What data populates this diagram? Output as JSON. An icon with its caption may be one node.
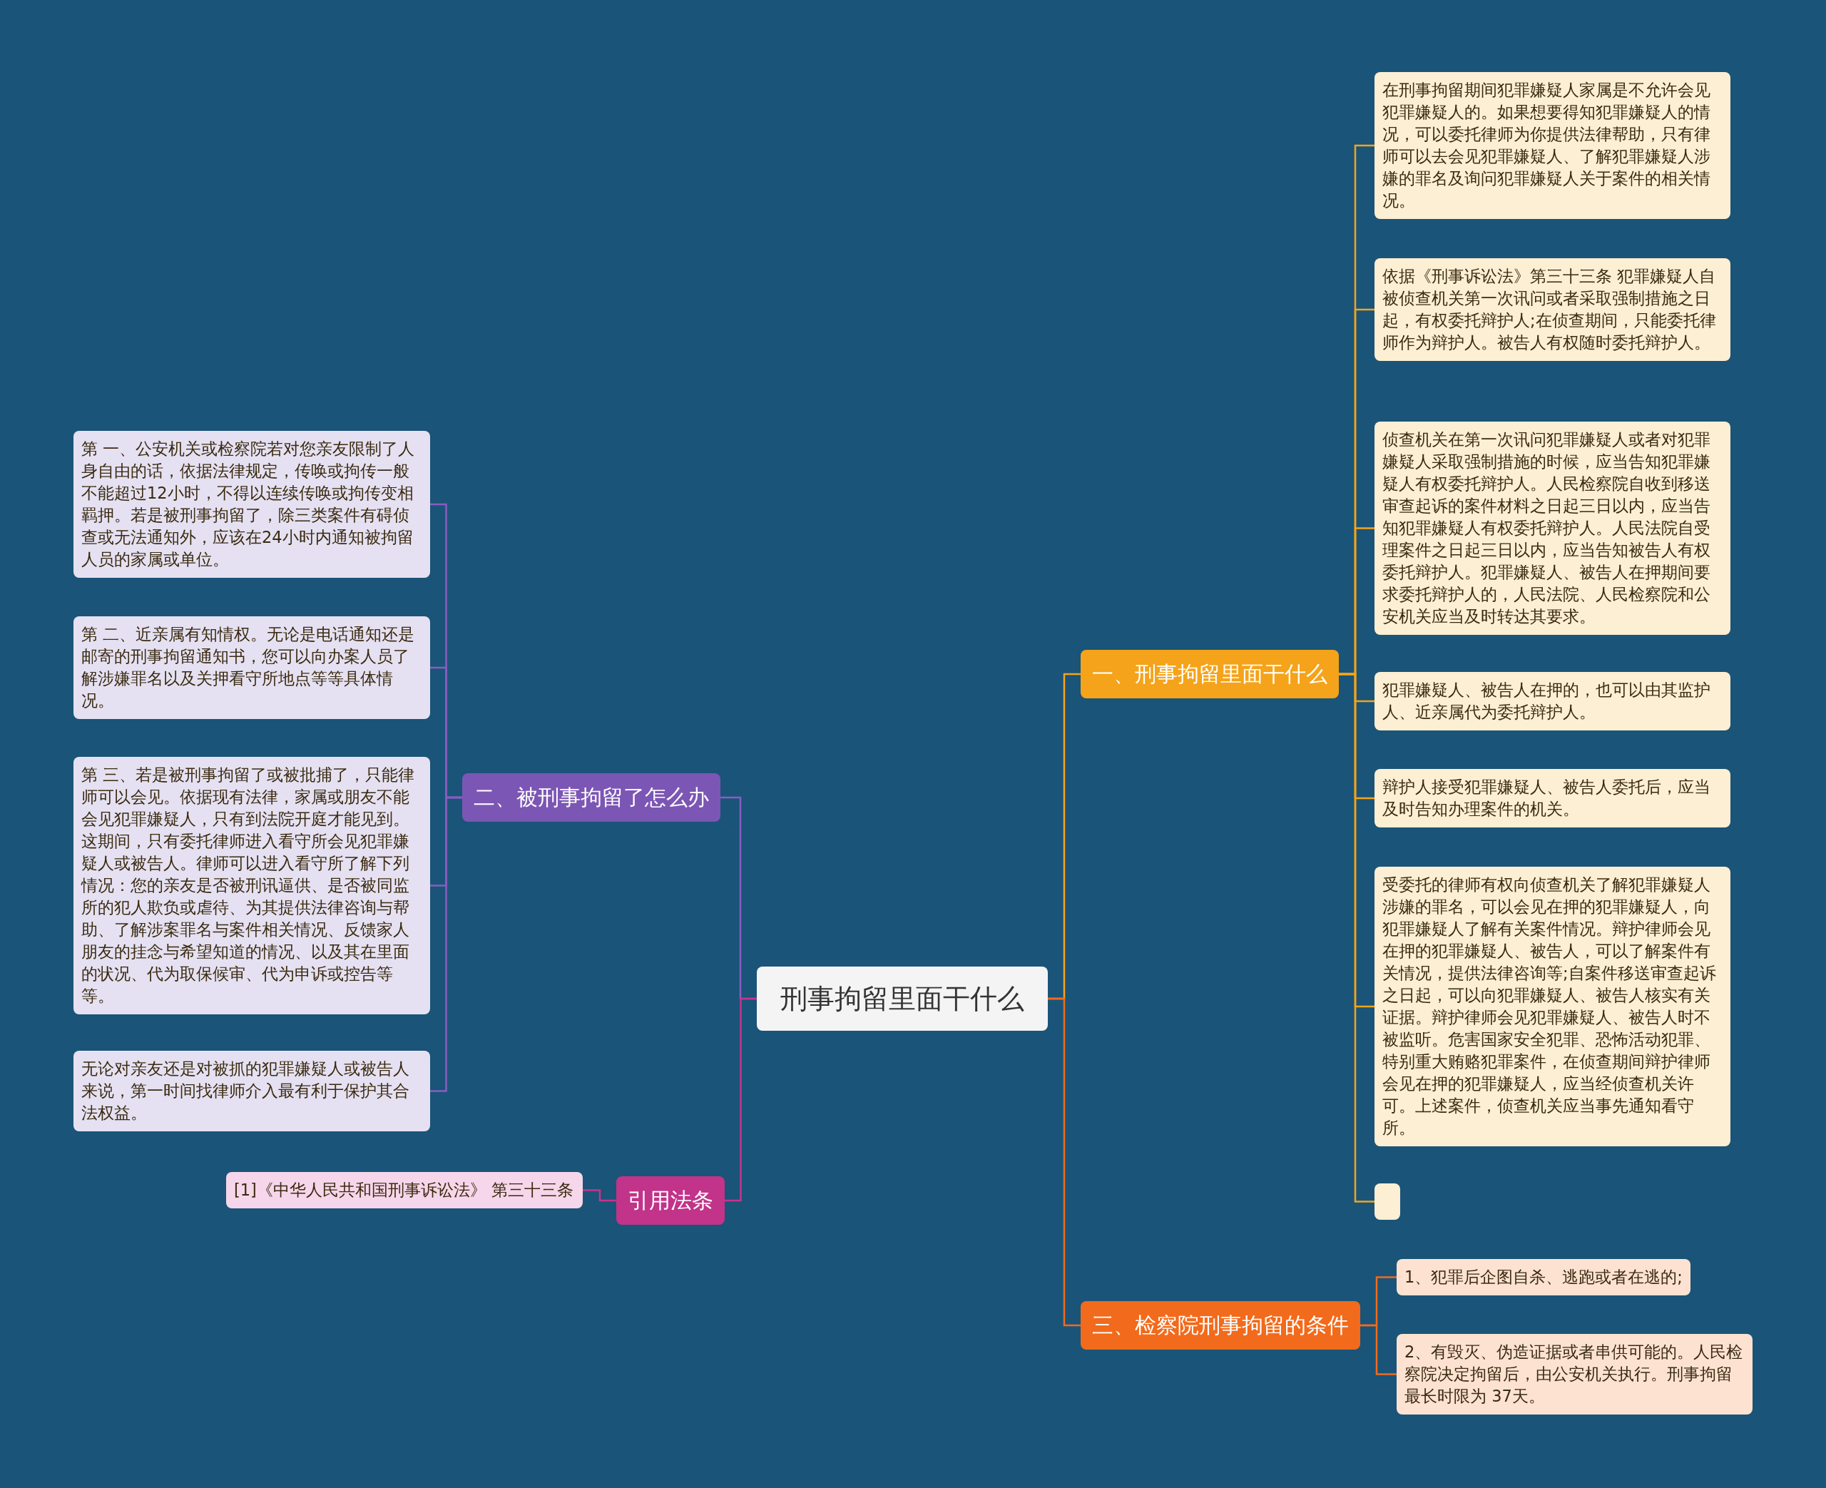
{
  "diagram": {
    "nodes": [
      {
        "text": [
          "刑事拘留里面干什么"
        ]
      },
      {
        "text": [
          "一、刑事拘留里面干什么"
        ]
      },
      {
        "text": [
          "在刑事拘留期间犯罪嫌疑人家属是不允许会见犯罪嫌疑人的。如果想要得知犯罪嫌疑人的情况，可以委托律师为你提供法律帮助，只有律师可以去会见犯罪嫌疑人、了解犯罪嫌疑人涉嫌的罪名及询问犯罪嫌疑人关于案件的相关情况。"
        ]
      },
      {
        "text": [
          "依据《刑事诉讼法》第三十三条 犯罪嫌疑人自被侦查机关第一次讯问或者采取强制措施之日起，有权委托辩护人;在侦查期间，只能委托律师作为辩护人。被告人有权随时委托辩护人。"
        ]
      },
      {
        "text": [
          "侦查机关在第一次讯问犯罪嫌疑人或者对犯罪嫌疑人采取强制措施的时候，应当告知犯罪嫌疑人有权委托辩护人。人民检察院自收到移送审查起诉的案件材料之日起三日以内，应当告知犯罪嫌疑人有权委托辩护人。人民法院自受理案件之日起三日以内，应当告知被告人有权委托辩护人。犯罪嫌疑人、被告人在押期间要求委托辩护人的，人民法院、人民检察院和公安机关应当及时转达其要求。"
        ]
      },
      {
        "text": [
          "犯罪嫌疑人、被告人在押的，也可以由其监护人、近亲属代为委托辩护人。"
        ]
      },
      {
        "text": [
          "辩护人接受犯罪嫌疑人、被告人委托后，应当及时告知办理案件的机关。"
        ]
      },
      {
        "text": [
          "受委托的律师有权向侦查机关了解犯罪嫌疑人涉嫌的罪名，可以会见在押的犯罪嫌疑人，向犯罪嫌疑人了解有关案件情况。辩护律师会见在押的犯罪嫌疑人、被告人，可以了解案件有关情况，提供法律咨询等;自案件移送审查起诉之日起，可以向犯罪嫌疑人、被告人核实有关证据。辩护律师会见犯罪嫌疑人、被告人时不被监听。危害国家安全犯罪、恐怖活动犯罪、特别重大贿赂犯罪案件，在侦查期间辩护律师会见在押的犯罪嫌疑人，应当经侦查机关许可。上述案件，侦查机关应当事先通知看守所。"
        ]
      },
      {
        "text": [],
        "shape": "box"
      },
      {
        "text": [
          "三、检察院刑事拘留的条件"
        ]
      },
      {
        "text": [
          "1、犯罪后企图自杀、逃跑或者在逃的;"
        ]
      },
      {
        "text": [
          "2、有毁灭、伪造证据或者串供可能的。人民检察院决定拘留后，由公安机关执行。刑事拘留最长时限为 37天。"
        ]
      },
      {
        "text": [
          "二、被刑事拘留了怎么办"
        ]
      },
      {
        "text": [
          "第 一、公安机关或检察院若对您亲友限制了人身自由的话，依据法律规定，传唤或拘传一般不能超过12小时，不得以连续传唤或拘传变相羁押。若是被刑事拘留了，除三类案件有碍侦查或无法通知外，应该在24小时内通知被拘留人员的家属或单位。"
        ]
      },
      {
        "text": [
          "第 二、近亲属有知情权。无论是电话通知还是邮寄的刑事拘留通知书，您可以向办案人员了解涉嫌罪名以及关押看守所地点等等具体情况。"
        ]
      },
      {
        "text": [
          "第 三、若是被刑事拘留了或被批捕了，只能律师可以会见。依据现有法律，家属或朋友不能会见犯罪嫌疑人，只有到法院开庭才能见到。这期间，只有委托律师进入看守所会见犯罪嫌疑人或被告人。律师可以进入看守所了解下列情况：您的亲友是否被刑讯逼供、是否被同监所的犯人欺负或虐待、为其提供法律咨询与帮助、了解涉案罪名与案件相关情况、反馈家人朋友的挂念与希望知道的情况、以及其在里面的状况、代为取保候审、代为申诉或控告等等。"
        ]
      },
      {
        "text": [
          "无论对亲友还是对被抓的犯罪嫌疑人或被告人来说，第一时间找律师介入最有利于保护其合法权益。"
        ]
      },
      {
        "text": [
          "引用法条"
        ]
      },
      {
        "text": [
          "[1]《中华人民共和国刑事诉讼法》 第三十三条"
        ]
      }
    ],
    "edges": [
      {
        "from": 0,
        "to": 1,
        "arrow": "none",
        "color": "#f5a31a"
      },
      {
        "from": 1,
        "to": 2,
        "arrow": "none",
        "color": "#f5a31a"
      },
      {
        "from": 1,
        "to": 3,
        "arrow": "none",
        "color": "#f5a31a"
      },
      {
        "from": 1,
        "to": 4,
        "arrow": "none",
        "color": "#f5a31a"
      },
      {
        "from": 1,
        "to": 5,
        "arrow": "none",
        "color": "#f5a31a"
      },
      {
        "from": 1,
        "to": 6,
        "arrow": "none",
        "color": "#f5a31a"
      },
      {
        "from": 1,
        "to": 7,
        "arrow": "none",
        "color": "#f5a31a"
      },
      {
        "from": 1,
        "to": 8,
        "arrow": "none",
        "color": "#f5a31a"
      },
      {
        "from": 0,
        "to": 9,
        "arrow": "none",
        "color": "#f26a1b"
      },
      {
        "from": 9,
        "to": 10,
        "arrow": "none",
        "color": "#f26a1b"
      },
      {
        "from": 9,
        "to": 11,
        "arrow": "none",
        "color": "#f26a1b"
      },
      {
        "from": 0,
        "to": 12,
        "arrow": "none",
        "color": "#8a5cc0"
      },
      {
        "from": 12,
        "to": 13,
        "arrow": "none",
        "color": "#8a5cc0"
      },
      {
        "from": 12,
        "to": 14,
        "arrow": "none",
        "color": "#8a5cc0"
      },
      {
        "from": 12,
        "to": 15,
        "arrow": "none",
        "color": "#8a5cc0"
      },
      {
        "from": 12,
        "to": 16,
        "arrow": "none",
        "color": "#8a5cc0"
      },
      {
        "from": 0,
        "to": 17,
        "arrow": "none",
        "color": "#c8338e"
      },
      {
        "from": 17,
        "to": 18,
        "arrow": "none",
        "color": "#c8338e"
      }
    ]
  }
}
